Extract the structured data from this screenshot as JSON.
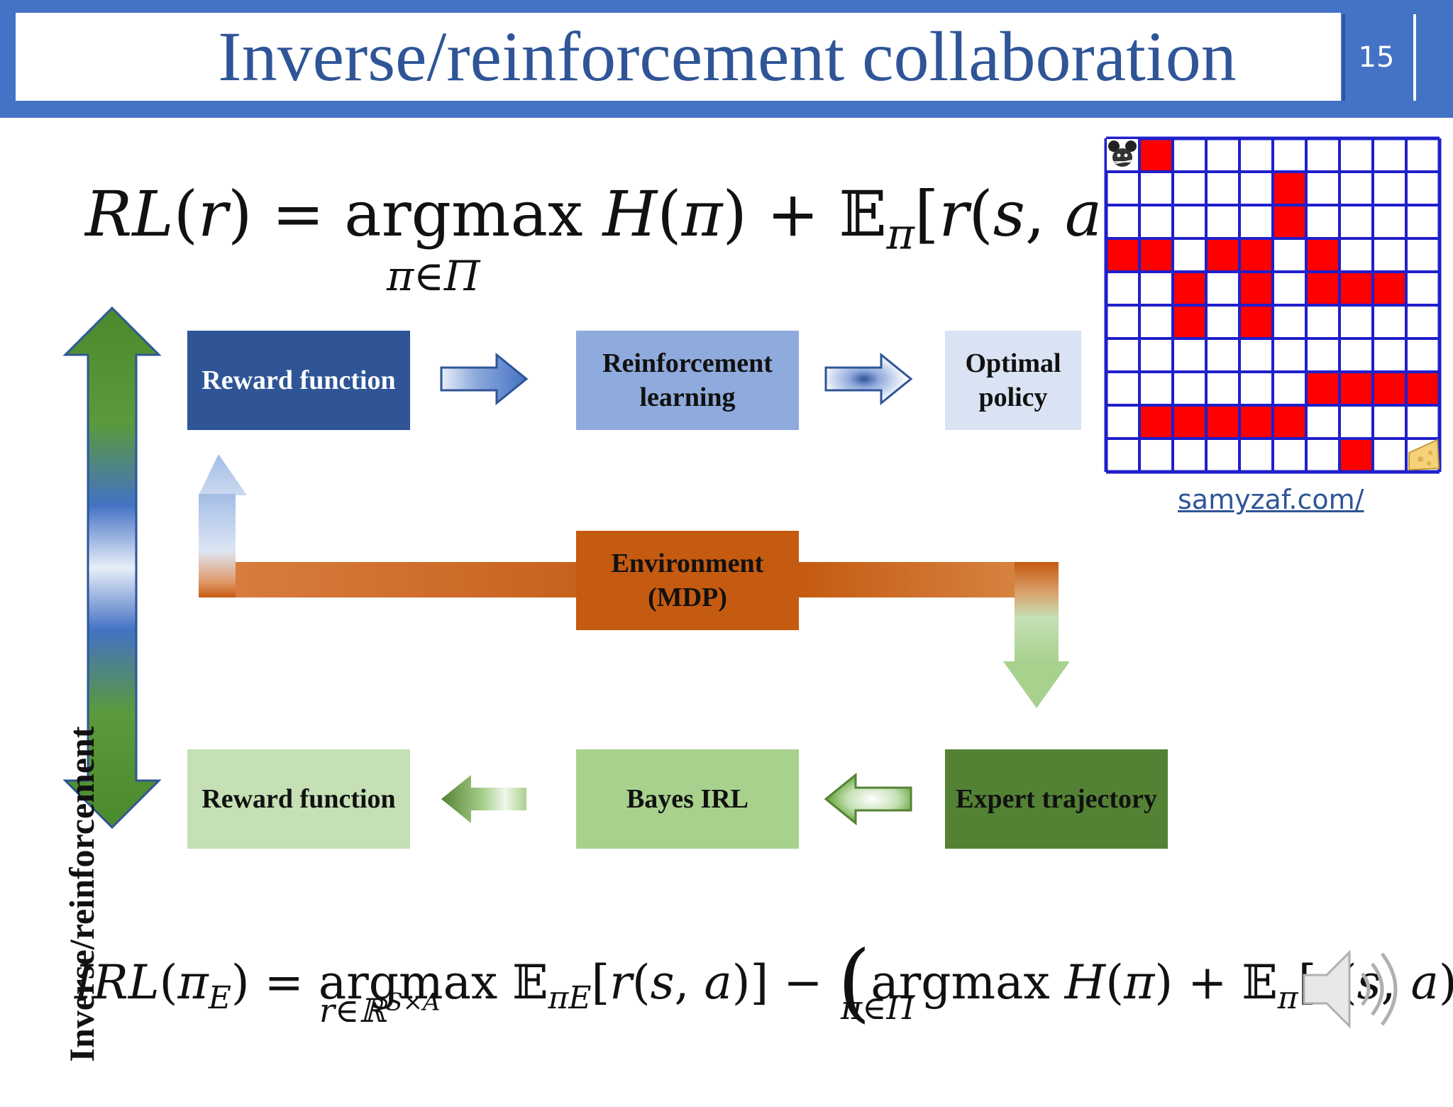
{
  "slide": {
    "title": "Inverse/reinforcement collaboration",
    "number": "15"
  },
  "equations": {
    "rl_main": "RL(r) = argmax H(π) + 𝔼π[r(s, a)]",
    "rl_lhs": "RL(r)",
    "rl_rhs_op": "argmax",
    "rl_sub": "π∈Π",
    "irl_lhs": "IRL(πE)",
    "irl_sub1": "r∈ℝS×A",
    "irl_sub2": "π∈Π"
  },
  "diagram": {
    "top_row": {
      "reward_function": "Reward function",
      "reinforcement_learning": "Reinforcement learning",
      "optimal_policy": "Optimal policy"
    },
    "environment": "Environment (MDP)",
    "bottom_row": {
      "reward_function": "Reward function",
      "bayes_irl": "Bayes IRL",
      "expert_trajectory": "Expert trajectory"
    },
    "vertical_label": "Inverse/reinforcement"
  },
  "grid": {
    "rows": 10,
    "cols": 10,
    "red_cells": [
      [
        0,
        1
      ],
      [
        1,
        5
      ],
      [
        2,
        5
      ],
      [
        3,
        0
      ],
      [
        3,
        1
      ],
      [
        3,
        3
      ],
      [
        3,
        4
      ],
      [
        3,
        6
      ],
      [
        4,
        2
      ],
      [
        4,
        4
      ],
      [
        4,
        6
      ],
      [
        4,
        7
      ],
      [
        4,
        8
      ],
      [
        5,
        2
      ],
      [
        5,
        4
      ],
      [
        7,
        6
      ],
      [
        7,
        7
      ],
      [
        7,
        8
      ],
      [
        7,
        9
      ],
      [
        8,
        1
      ],
      [
        8,
        2
      ],
      [
        8,
        3
      ],
      [
        8,
        4
      ],
      [
        8,
        5
      ],
      [
        9,
        7
      ]
    ],
    "cell_color": "#ff0000",
    "line_color": "#1f1fcc"
  },
  "source": "samyzaf.com/",
  "colors": {
    "accent": "#4472c4",
    "dark_blue": "#2f5597",
    "mid_blue": "#8faadc",
    "light_blue": "#dae3f3",
    "orange": "#c55a11",
    "light_green": "#c5e0b4",
    "mid_green": "#a9d18e",
    "dark_green": "#548235"
  },
  "icons": [
    "mouse-icon",
    "cheese-icon",
    "speaker-icon"
  ]
}
